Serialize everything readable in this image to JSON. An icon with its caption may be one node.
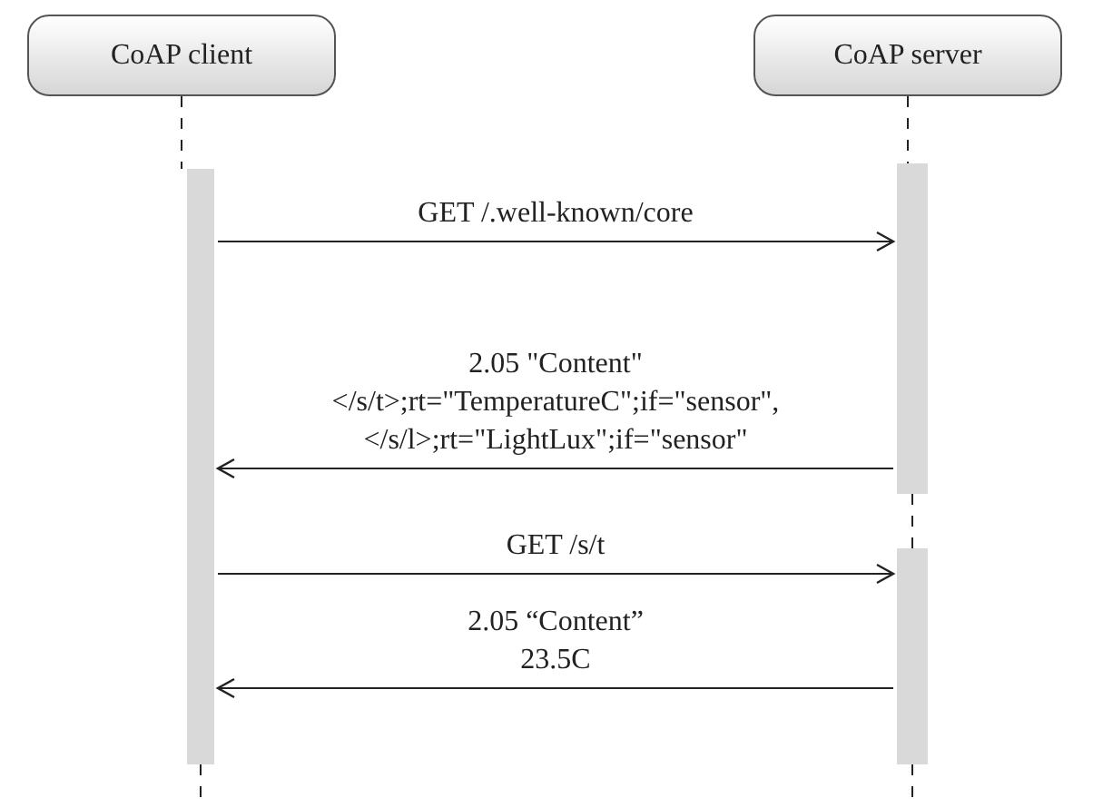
{
  "diagram": {
    "nodes": [
      {
        "text": [
          "CoAP client"
        ]
      },
      {
        "text": [
          "CoAP server"
        ]
      },
      {
        "text": [],
        "shape": "bar"
      },
      {
        "text": [],
        "shape": "bar"
      },
      {
        "text": [],
        "shape": "bar"
      }
    ],
    "edges": [
      {
        "from": 0,
        "to": 2,
        "arrow": "none",
        "style": "dashed"
      },
      {
        "from": 1,
        "to": 3,
        "arrow": "none",
        "style": "dashed"
      },
      {
        "from": 2,
        "to": 3,
        "arrow": "to",
        "label": "GET /.well-known/core"
      },
      {
        "from": 3,
        "to": 2,
        "arrow": "to",
        "label": "2.05 \"Content\" </s/t>;rt=\"TemperatureC\";if=\"sensor\", </s/l>;rt=\"LightLux\";if=\"sensor\""
      },
      {
        "from": 3,
        "to": 4,
        "arrow": "none",
        "style": "dashed"
      },
      {
        "from": 2,
        "to": 4,
        "arrow": "to",
        "label": "GET /s/t"
      },
      {
        "from": 4,
        "to": 2,
        "arrow": "to",
        "label": "2.05 “Content” 23.5C"
      },
      {
        "from": 2,
        "to": null,
        "arrow": "none",
        "style": "dashed"
      },
      {
        "from": 4,
        "to": null,
        "arrow": "none",
        "style": "dashed"
      }
    ]
  }
}
